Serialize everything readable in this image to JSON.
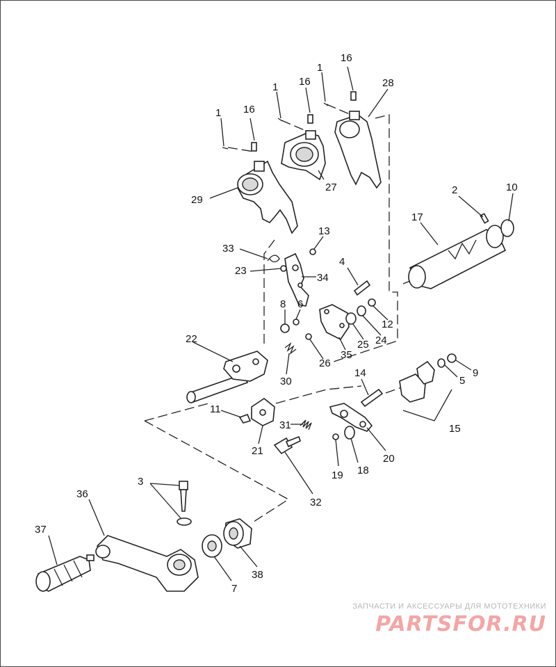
{
  "diagram": {
    "callouts": [
      {
        "id": "c1a",
        "text": "1"
      },
      {
        "id": "c1b",
        "text": "1"
      },
      {
        "id": "c1c",
        "text": "1"
      },
      {
        "id": "c16a",
        "text": "16"
      },
      {
        "id": "c16b",
        "text": "16"
      },
      {
        "id": "c16c",
        "text": "16"
      },
      {
        "id": "c28",
        "text": "28"
      },
      {
        "id": "c27",
        "text": "27"
      },
      {
        "id": "c29",
        "text": "29"
      },
      {
        "id": "c2",
        "text": "2"
      },
      {
        "id": "c10",
        "text": "10"
      },
      {
        "id": "c17",
        "text": "17"
      },
      {
        "id": "c13",
        "text": "13"
      },
      {
        "id": "c33",
        "text": "33"
      },
      {
        "id": "c23",
        "text": "23"
      },
      {
        "id": "c34",
        "text": "34"
      },
      {
        "id": "c4",
        "text": "4"
      },
      {
        "id": "c8",
        "text": "8"
      },
      {
        "id": "c6",
        "text": "6"
      },
      {
        "id": "c12",
        "text": "12"
      },
      {
        "id": "c24",
        "text": "24"
      },
      {
        "id": "c25",
        "text": "25"
      },
      {
        "id": "c35",
        "text": "35"
      },
      {
        "id": "c26",
        "text": "26"
      },
      {
        "id": "c22",
        "text": "22"
      },
      {
        "id": "c30",
        "text": "30"
      },
      {
        "id": "c9",
        "text": "9"
      },
      {
        "id": "c5",
        "text": "5"
      },
      {
        "id": "c14",
        "text": "14"
      },
      {
        "id": "c15",
        "text": "15"
      },
      {
        "id": "c11",
        "text": "11"
      },
      {
        "id": "c31",
        "text": "31"
      },
      {
        "id": "c21",
        "text": "21"
      },
      {
        "id": "c20",
        "text": "20"
      },
      {
        "id": "c18",
        "text": "18"
      },
      {
        "id": "c19",
        "text": "19"
      },
      {
        "id": "c32",
        "text": "32"
      },
      {
        "id": "c3",
        "text": "3"
      },
      {
        "id": "c36",
        "text": "36"
      },
      {
        "id": "c37",
        "text": "37"
      },
      {
        "id": "c7",
        "text": "7"
      },
      {
        "id": "c38",
        "text": "38"
      }
    ]
  },
  "watermark": {
    "tagline": "ЗАПЧАСТИ И АКСЕССУАРЫ ДЛЯ МОТОТЕХНИКИ",
    "logo": "PARTSFOR.RU",
    "logo_color": "#f1a7a7"
  }
}
